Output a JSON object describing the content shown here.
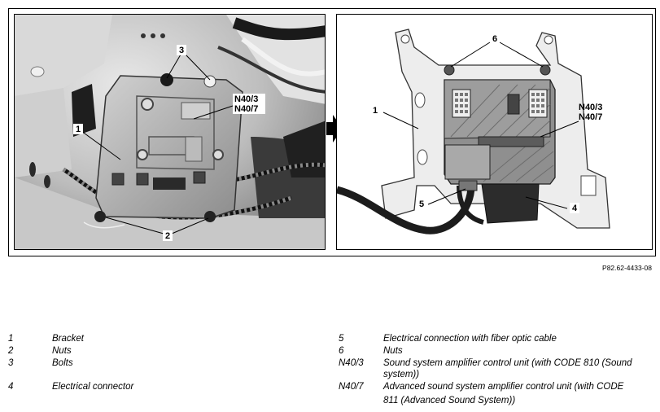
{
  "figure_id": "P82.62-4433-08",
  "left_callouts": {
    "c3": "3",
    "c1": "1",
    "c2": "2",
    "n403": "N40/3",
    "n407": "N40/7"
  },
  "right_callouts": {
    "c6": "6",
    "c1": "1",
    "c5": "5",
    "c4": "4",
    "n403": "N40/3",
    "n407": "N40/7"
  },
  "legend_left": [
    {
      "key": "1",
      "text": "Bracket"
    },
    {
      "key": "2",
      "text": "Nuts"
    },
    {
      "key": "3",
      "text": "Bolts"
    },
    {
      "key": "4",
      "text": "Electrical connector"
    }
  ],
  "legend_right": [
    {
      "key": "5",
      "text": "Electrical connection with fiber optic cable"
    },
    {
      "key": "6",
      "text": "Nuts"
    },
    {
      "key": "N40/3",
      "text": "Sound system amplifier control unit (with CODE 810 (Sound",
      "text2": "system))"
    },
    {
      "key": "N40/7",
      "text": "Advanced sound system amplifier control unit (with CODE",
      "text2": "811 (Advanced Sound System))"
    }
  ]
}
